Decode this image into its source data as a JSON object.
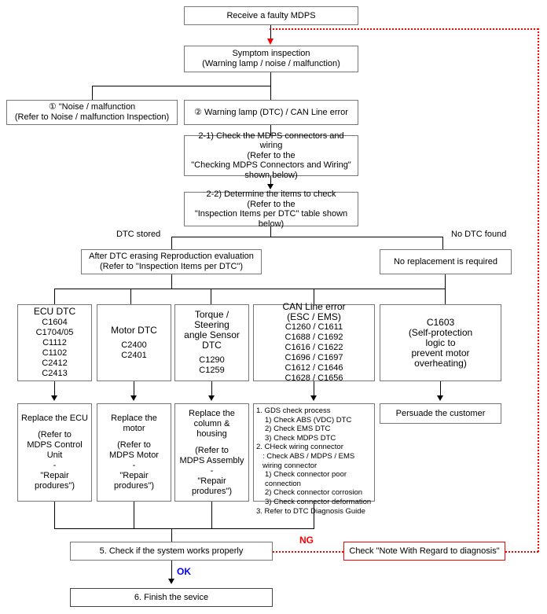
{
  "diagram": {
    "title": "MDPS Troubleshooting Flowchart",
    "colors": {
      "box_border": "#777777",
      "line": "#000000",
      "ng_red": "#ff0000",
      "ok_blue": "#0000ff",
      "background": "#ffffff"
    }
  },
  "nodes": {
    "receive": {
      "line1": "Receive a faulty MDPS"
    },
    "symptom": {
      "line1": "Symptom inspection",
      "line2": "(Warning lamp / noise / malfunction)"
    },
    "branch1": {
      "line1": "① \"Noise / malfunction",
      "line2": "(Refer to Noise / malfunction Inspection)"
    },
    "branch2": {
      "line1": "② Warning lamp (DTC) / CAN Line error"
    },
    "step21": {
      "line1": "2-1) Check the MDPS connectors and wiring",
      "line2": "(Refer to the",
      "line3": "\"Checking  MDPS Connectors and Wiring\"",
      "line4": "shown below)"
    },
    "step22": {
      "line1": "2-2) Determine the items to check",
      "line2": "(Refer to the",
      "line3": "\"Inspection Items per DTC\" table shown below)"
    },
    "dtc_stored_label": {
      "text": "DTC stored"
    },
    "no_dtc_label": {
      "text": "No DTC found"
    },
    "after_erasing": {
      "line1": "After DTC erasing Reproduction evaluation",
      "line2": "(Refer to \"Inspection Items per DTC\")"
    },
    "no_replacement": {
      "line1": "No replacement is required"
    },
    "ecu_dtc": {
      "title": "ECU DTC",
      "codes": [
        "C1604",
        "C1704/05",
        "C1112",
        "C1102",
        "C2412",
        "C2413"
      ]
    },
    "motor_dtc": {
      "title": "Motor DTC",
      "codes": [
        "C2400",
        "C2401"
      ]
    },
    "torque_dtc": {
      "title_line1": "Torque / Steering",
      "title_line2": "angle Sensor",
      "title_line3": "DTC",
      "codes": [
        "C1290",
        "C1259"
      ]
    },
    "can_dtc": {
      "title_line1": "CAN Line error",
      "title_line2": "(ESC / EMS)",
      "codes": [
        "C1260 / C1611",
        "C1688 / C1692",
        "C1616 / C1622",
        "C1696 / C1697",
        "C1612 / C1646",
        "C1628 / C1656"
      ]
    },
    "c1603": {
      "line1": "C1603",
      "line2": "(Self-protection",
      "line3": "logic to",
      "line4": "prevent motor",
      "line5": "overheating)"
    },
    "replace_ecu": {
      "line1": "Replace the ECU",
      "line2": "(Refer to",
      "line3": "MDPS Control Unit",
      "line4": "-",
      "line5": "\"Repair produres\")"
    },
    "replace_motor": {
      "line1": "Replace the motor",
      "line2": "(Refer to",
      "line3": "MDPS Motor",
      "line4": "-",
      "line5": "\"Repair produres\")"
    },
    "replace_column": {
      "line1": "Replace the",
      "line2": "column & housing",
      "line3": "(Refer to",
      "line4": "MDPS Assembly",
      "line5": "-",
      "line6": "\"Repair produres\")"
    },
    "gds_process": {
      "lines": [
        "1. GDS check process",
        "1) Check ABS (VDC) DTC",
        "2) Check EMS DTC",
        "3) Check MDPS DTC",
        "2. CHeck wiring connector",
        ": Check ABS / MDPS / EMS",
        "wiring connector",
        "1) Check connector poor connection",
        "2) Check connector corrosion",
        "3) Check connector deformation",
        "3. Refer to DTC Diagnosis Guide"
      ]
    },
    "persuade": {
      "line1": "Persuade the customer"
    },
    "step5": {
      "line1": "5. Check if the system works properly"
    },
    "note_box": {
      "line1": "Check \"Note With Regard to diagnosis\""
    },
    "step6": {
      "line1": "6. Finish the sevice"
    }
  },
  "edge_labels": {
    "ng": "NG",
    "ok": "OK"
  }
}
